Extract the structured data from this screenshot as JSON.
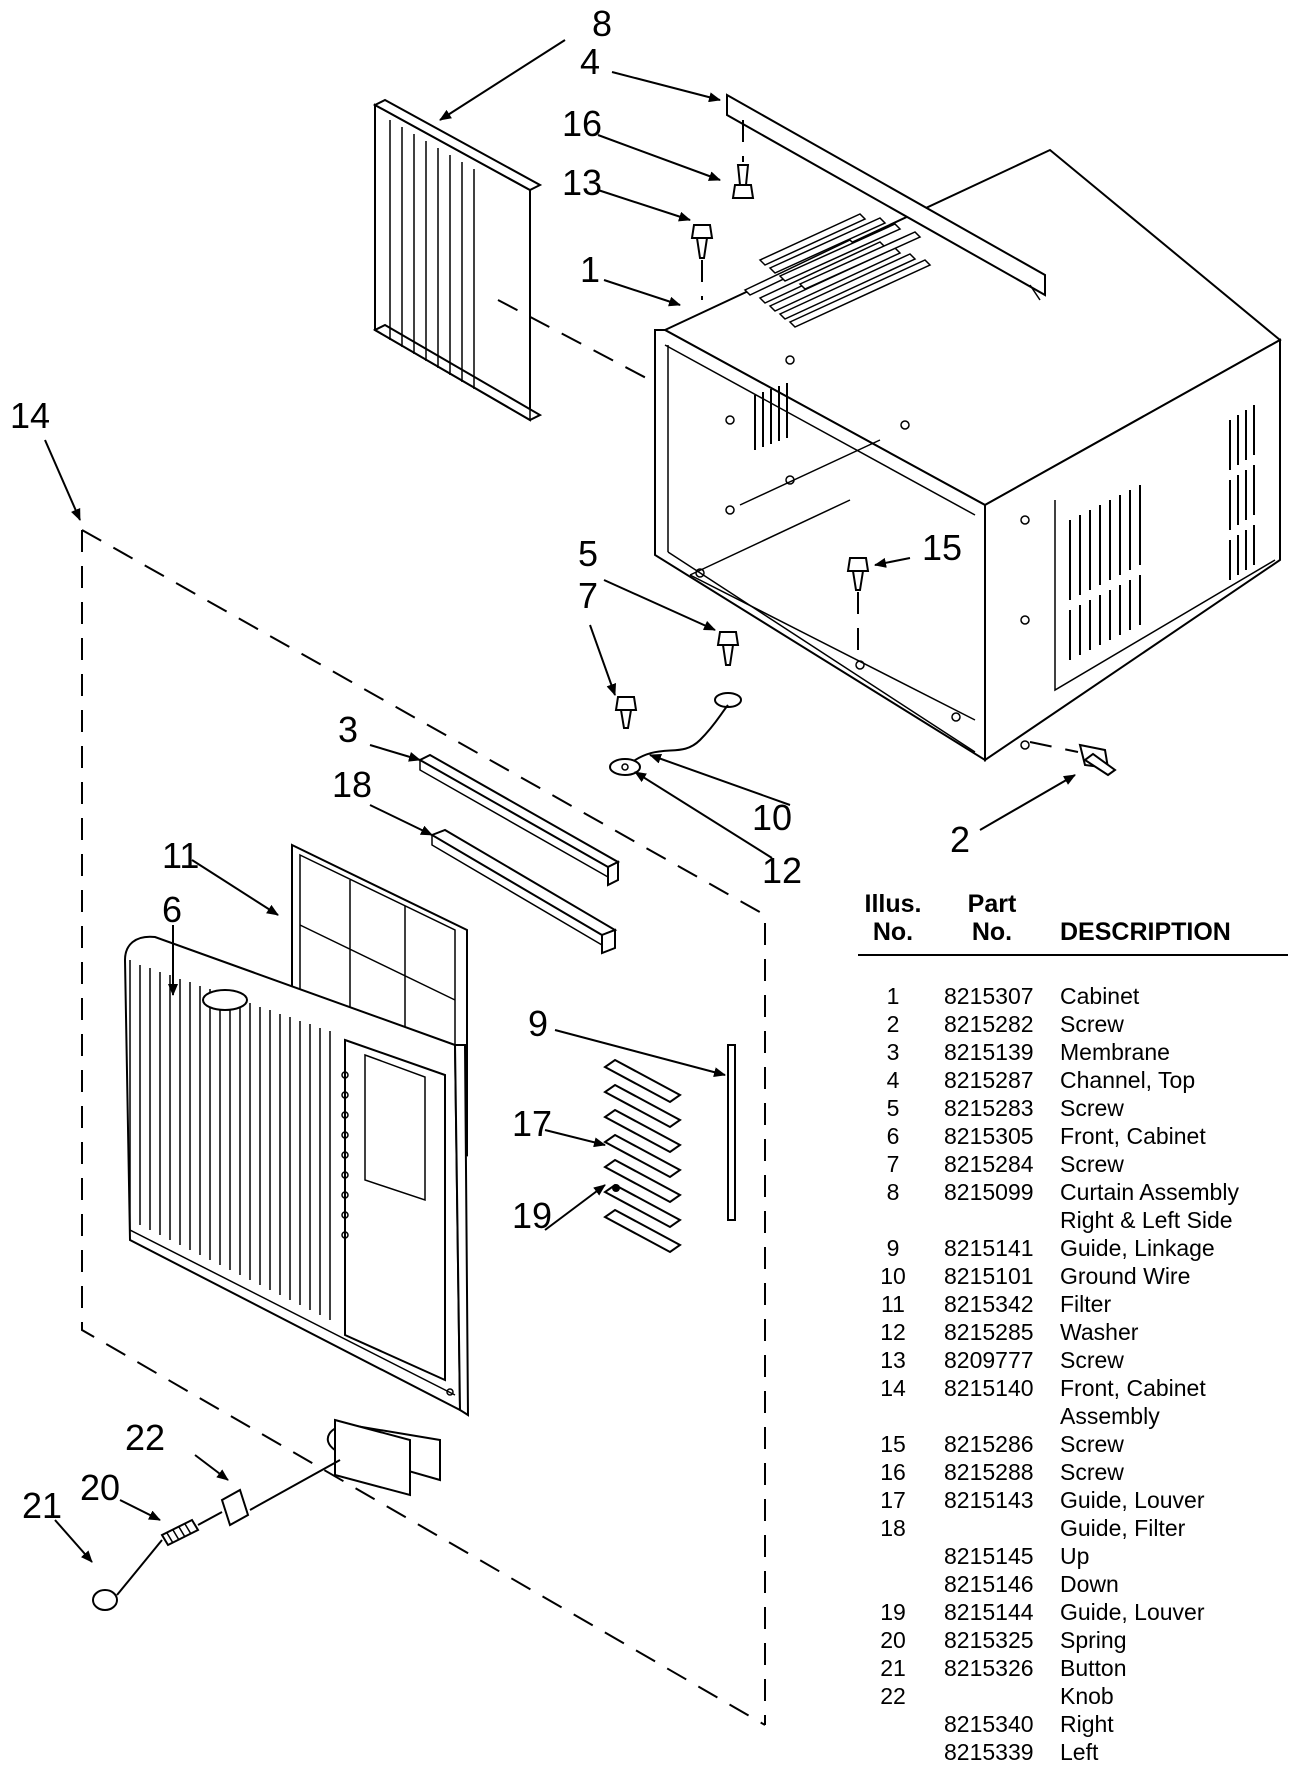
{
  "callouts": {
    "c1": "1",
    "c2": "2",
    "c3": "3",
    "c4": "4",
    "c5": "5",
    "c6": "6",
    "c7": "7",
    "c8": "8",
    "c9": "9",
    "c10": "10",
    "c11": "11",
    "c12": "12",
    "c13": "13",
    "c14": "14",
    "c15": "15",
    "c16": "16",
    "c17": "17",
    "c18": "18",
    "c19": "19",
    "c20": "20",
    "c21": "21",
    "c22": "22"
  },
  "parts_table": {
    "headers": {
      "illus_line1": "Illus.",
      "illus_line2": "No.",
      "part_line1": "Part",
      "part_line2": "No.",
      "description": "DESCRIPTION"
    },
    "rows": [
      {
        "no": "1",
        "part": "8215307",
        "desc": "Cabinet"
      },
      {
        "no": "2",
        "part": "8215282",
        "desc": "Screw"
      },
      {
        "no": "3",
        "part": "8215139",
        "desc": "Membrane"
      },
      {
        "no": "4",
        "part": "8215287",
        "desc": "Channel, Top"
      },
      {
        "no": "5",
        "part": "8215283",
        "desc": "Screw"
      },
      {
        "no": "6",
        "part": "8215305",
        "desc": "Front, Cabinet"
      },
      {
        "no": "7",
        "part": "8215284",
        "desc": "Screw"
      },
      {
        "no": "8",
        "part": "8215099",
        "desc": "Curtain Assembly"
      },
      {
        "no": "",
        "part": "",
        "desc": "Right & Left Side"
      },
      {
        "no": "9",
        "part": "8215141",
        "desc": "Guide, Linkage"
      },
      {
        "no": "10",
        "part": "8215101",
        "desc": "Ground Wire"
      },
      {
        "no": "11",
        "part": "8215342",
        "desc": "Filter"
      },
      {
        "no": "12",
        "part": "8215285",
        "desc": "Washer"
      },
      {
        "no": "13",
        "part": "8209777",
        "desc": "Screw"
      },
      {
        "no": "14",
        "part": "8215140",
        "desc": "Front, Cabinet"
      },
      {
        "no": "",
        "part": "",
        "desc": "Assembly"
      },
      {
        "no": "15",
        "part": "8215286",
        "desc": "Screw"
      },
      {
        "no": "16",
        "part": "8215288",
        "desc": "Screw"
      },
      {
        "no": "17",
        "part": "8215143",
        "desc": "Guide, Louver"
      },
      {
        "no": "18",
        "part": "",
        "desc": "Guide, Filter"
      },
      {
        "no": "",
        "part": "8215145",
        "desc": "Up"
      },
      {
        "no": "",
        "part": "8215146",
        "desc": "Down"
      },
      {
        "no": "19",
        "part": "8215144",
        "desc": "Guide, Louver"
      },
      {
        "no": "20",
        "part": "8215325",
        "desc": "Spring"
      },
      {
        "no": "21",
        "part": "8215326",
        "desc": "Button"
      },
      {
        "no": "22",
        "part": "",
        "desc": "Knob"
      },
      {
        "no": "",
        "part": "8215340",
        "desc": "Right"
      },
      {
        "no": "",
        "part": "8215339",
        "desc": "Left"
      }
    ]
  }
}
